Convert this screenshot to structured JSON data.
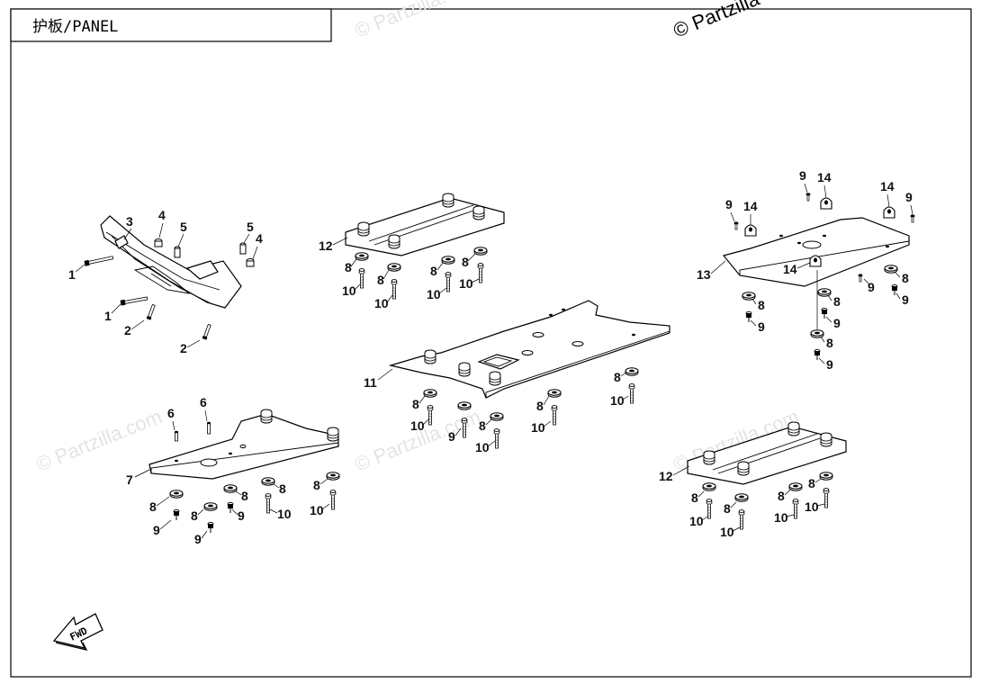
{
  "title": "护板/PANEL",
  "watermark": "© Partzilla",
  "watermark_faint": "© Partzilla.com",
  "fwd_label": "FWD",
  "callouts": {
    "c1": "1",
    "c2": "2",
    "c3": "3",
    "c4": "4",
    "c5": "5",
    "c6": "6",
    "c7": "7",
    "c8": "8",
    "c9": "9",
    "c10": "10",
    "c11": "11",
    "c12": "12",
    "c13": "13",
    "c14": "14"
  }
}
